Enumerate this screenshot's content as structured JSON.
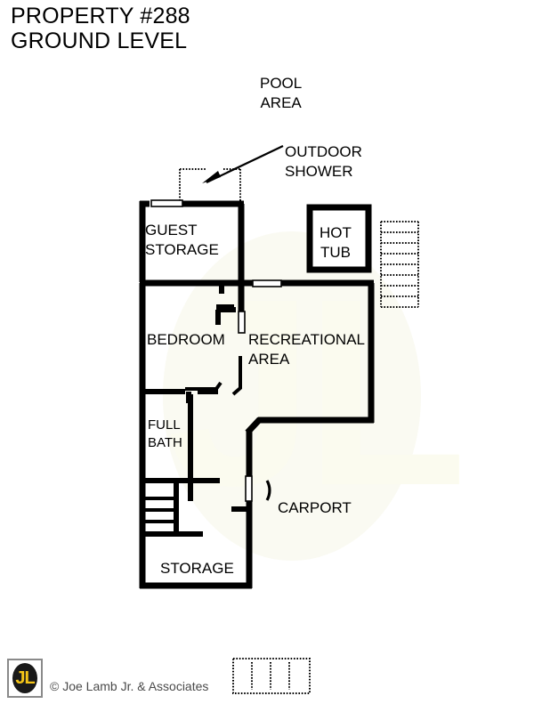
{
  "header": {
    "title_line_1": "PROPERTY #288",
    "title_line_2": "GROUND LEVEL"
  },
  "exterior_labels": {
    "pool_area_line_1": "POOL",
    "pool_area_line_2": "AREA",
    "outdoor_shower_line_1": "OUTDOOR",
    "outdoor_shower_line_2": "SHOWER"
  },
  "rooms": [
    {
      "id": "guest-storage",
      "line_1": "GUEST",
      "line_2": "STORAGE"
    },
    {
      "id": "hot-tub",
      "line_1": "HOT",
      "line_2": "TUB"
    },
    {
      "id": "bedroom",
      "line_1": "BEDROOM",
      "line_2": ""
    },
    {
      "id": "recreational-area",
      "line_1": "RECREATIONAL",
      "line_2": "AREA"
    },
    {
      "id": "full-bath",
      "line_1": "FULL",
      "line_2": "BATH"
    },
    {
      "id": "carport",
      "line_1": "CARPORT",
      "line_2": ""
    },
    {
      "id": "storage",
      "line_1": "STORAGE",
      "line_2": ""
    }
  ],
  "footer": {
    "logo_text": "JL",
    "copyright": "© Joe Lamb Jr. & Associates"
  },
  "colors": {
    "wall": "#000000",
    "background": "#ffffff",
    "watermark": "#fbfbef",
    "logo_accent": "#f5c518",
    "copyright_text": "#4a4a4a"
  }
}
